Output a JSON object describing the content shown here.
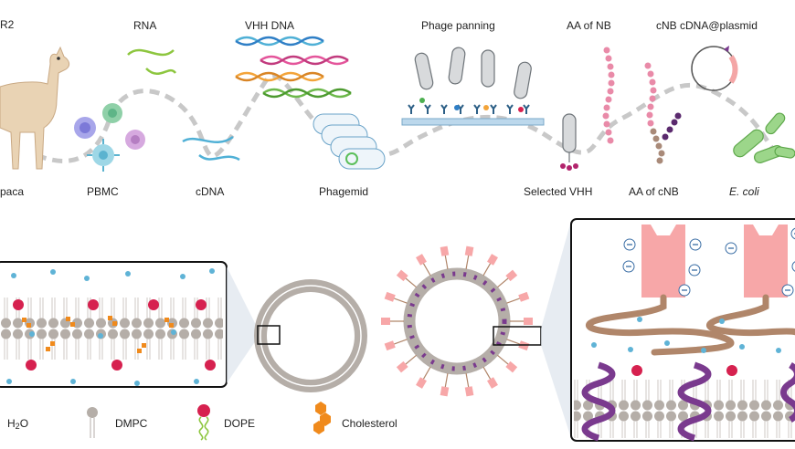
{
  "top_row": {
    "labels": {
      "r2": "R2",
      "rna": "RNA",
      "vhh_dna": "VHH DNA",
      "phage_panning": "Phage panning",
      "aa_of_nb": "AA of NB",
      "cnb_plasmid": "cNB cDNA@plasmid",
      "alpaca": "paca",
      "pbmc": "PBMC",
      "cdna": "cDNA",
      "phagemid": "Phagemid",
      "selected_vhh": "Selected VHH",
      "aa_of_cnb": "AA of cNB",
      "ecoli": "E. coli"
    }
  },
  "legend": {
    "water_main": "H",
    "water_sub": "2",
    "water_tail": "O",
    "dmpc": "DMPC",
    "dope": "DOPE",
    "cholesterol": "Cholesterol"
  },
  "colors": {
    "lipid_head": "#b5aea8",
    "dope_head": "#d6214f",
    "cholesterol": "#f08a1c",
    "water": "#5fb3d6",
    "antibody": "#f7a7a8",
    "membrane_helix": "#7a3a8e",
    "linker": "#b0866a",
    "arrow_gray": "#c8c8c8"
  }
}
